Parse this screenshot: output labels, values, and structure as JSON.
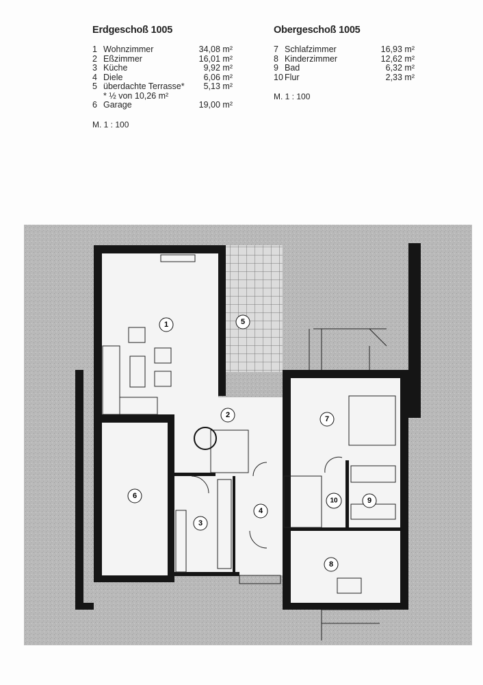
{
  "ground_floor": {
    "title": "Erdgeschoß 1005",
    "rooms": [
      {
        "num": "1",
        "name": "Wohnzimmer",
        "area": "34,08 m²"
      },
      {
        "num": "2",
        "name": "Eßzimmer",
        "area": "16,01 m²"
      },
      {
        "num": "3",
        "name": "Küche",
        "area": "9,92 m²"
      },
      {
        "num": "4",
        "name": "Diele",
        "area": "6,06 m²"
      },
      {
        "num": "5",
        "name": "überdachte Terrasse*",
        "area": "5,13 m²"
      },
      {
        "num": "6",
        "name": "Garage",
        "area": "19,00 m²"
      }
    ],
    "footnote": "* ½ von 10,26 m²",
    "scale": "M. 1 : 100"
  },
  "upper_floor": {
    "title": "Obergeschoß 1005",
    "rooms": [
      {
        "num": "7",
        "name": "Schlafzimmer",
        "area": "16,93 m²"
      },
      {
        "num": "8",
        "name": "Kinderzimmer",
        "area": "12,62 m²"
      },
      {
        "num": "9",
        "name": "Bad",
        "area": "6,32 m²"
      },
      {
        "num": "10",
        "name": "Flur",
        "area": "2,33 m²"
      }
    ],
    "scale": "M. 1 : 100"
  },
  "plan_labels": [
    "1",
    "2",
    "3",
    "4",
    "5",
    "6",
    "7",
    "8",
    "9",
    "10"
  ]
}
